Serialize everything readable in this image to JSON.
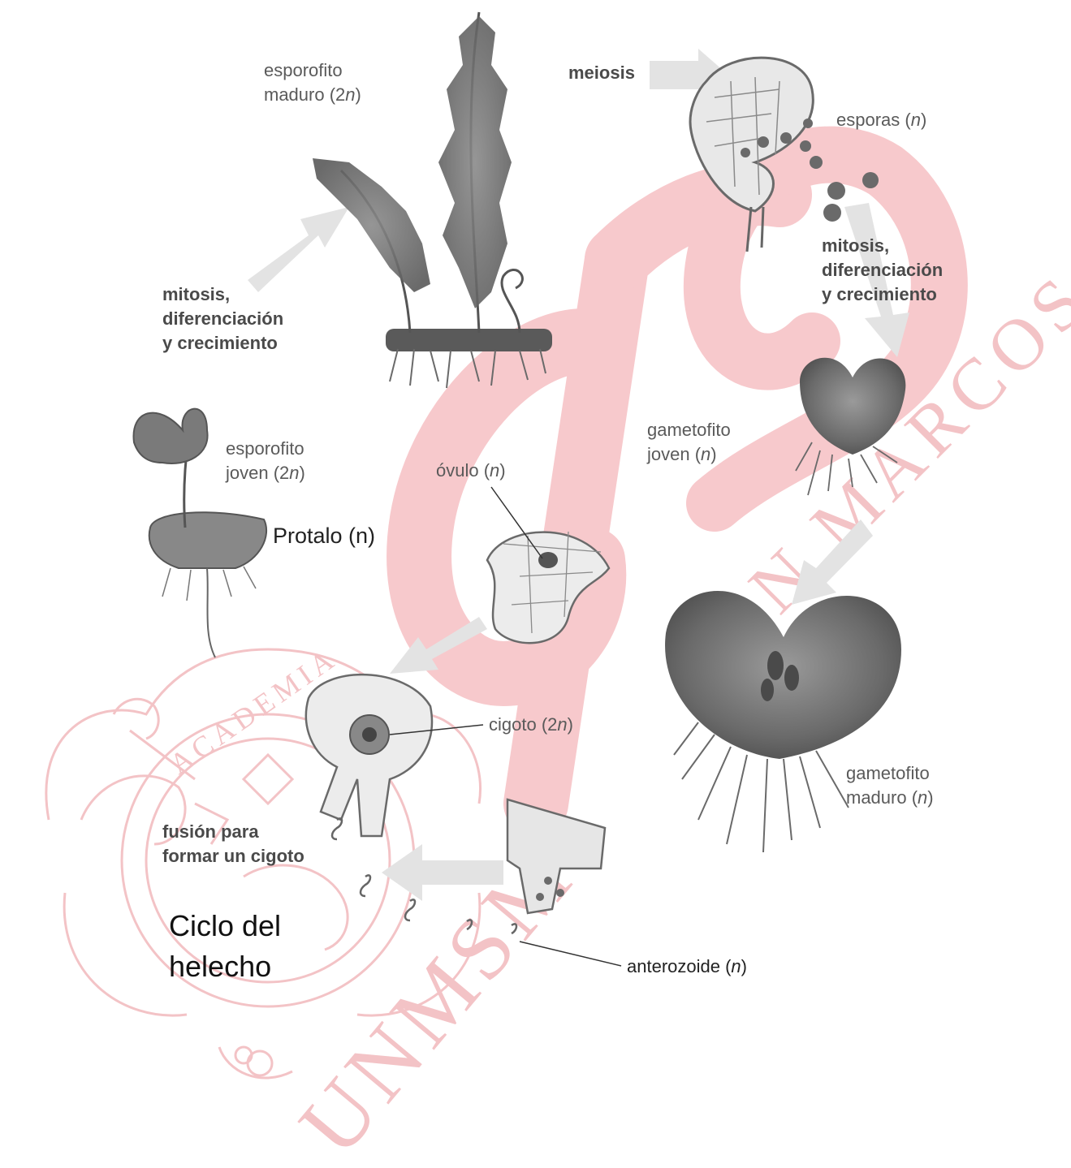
{
  "diagram": {
    "stages": {
      "mature_sporophyte": {
        "line1": "esporofito",
        "line2_pre": "maduro (2",
        "line2_var": "n",
        "line2_post": ")"
      },
      "meiosis": "meiosis",
      "spores": {
        "pre": "esporas (",
        "var": "n",
        "post": ")"
      },
      "growth_right": {
        "line1": "mitosis,",
        "line2": "diferenciación",
        "line3": "y crecimiento"
      },
      "growth_left": {
        "line1": "mitosis,",
        "line2": "diferenciación",
        "line3": "y crecimiento"
      },
      "young_gametophyte": {
        "line1": "gametofito",
        "line2_pre": "joven (",
        "line2_var": "n",
        "line2_post": ")"
      },
      "young_sporophyte": {
        "line1": "esporofito",
        "line2_pre": "joven (2",
        "line2_var": "n",
        "line2_post": ")"
      },
      "prothallus": "Protalo (n)",
      "ovule": {
        "pre": "óvulo (",
        "var": "n",
        "post": ")"
      },
      "zygote": {
        "pre": "cigoto (2",
        "var": "n",
        "post": ")"
      },
      "mature_gametophyte": {
        "line1": "gametofito",
        "line2_pre": "maduro (",
        "line2_var": "n",
        "line2_post": ")"
      },
      "fusion": {
        "line1": "fusión para",
        "line2": "formar un cigoto"
      },
      "antherozoid": {
        "pre": "anterozoide (",
        "var": "n",
        "post": ")"
      }
    },
    "caption": {
      "line1": "Ciclo del",
      "line2": "helecho"
    },
    "watermark": {
      "text_arc": "N MARCOS",
      "text_bottom": "UNMSM",
      "seal_text": "ACADEMIA",
      "color": "#f3c3c6",
      "logo_color": "#f7c9cc"
    }
  }
}
